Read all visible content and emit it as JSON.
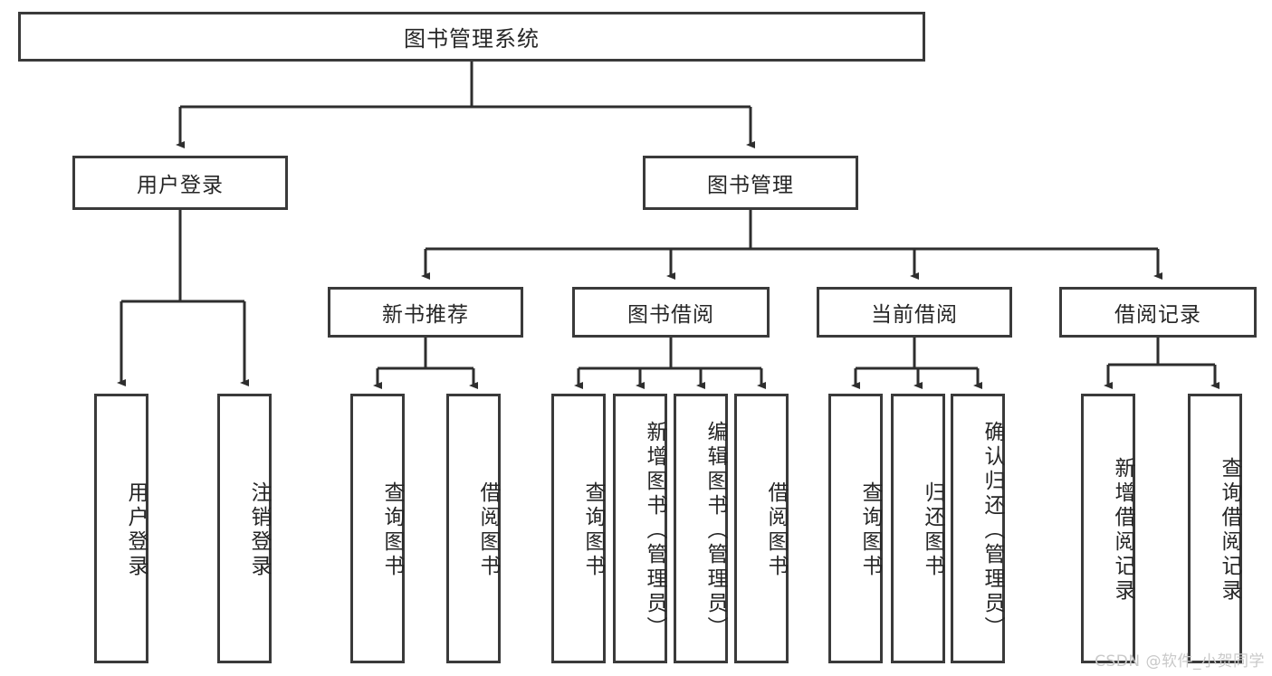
{
  "diagram": {
    "title": "图书管理系统",
    "type": "hierarchy-tree",
    "root": {
      "id": "root",
      "label": "图书管理系统"
    },
    "level2": [
      {
        "id": "user-login",
        "label": "用户登录"
      },
      {
        "id": "book-manage",
        "label": "图书管理"
      }
    ],
    "level3": [
      {
        "id": "new-book-recommend",
        "label": "新书推荐",
        "parent": "book-manage"
      },
      {
        "id": "book-borrow",
        "label": "图书借阅",
        "parent": "book-manage"
      },
      {
        "id": "current-borrow",
        "label": "当前借阅",
        "parent": "book-manage"
      },
      {
        "id": "borrow-record",
        "label": "借阅记录",
        "parent": "book-manage"
      }
    ],
    "leaves": [
      {
        "id": "leaf-user-login",
        "label": "用户登录",
        "parent": "user-login"
      },
      {
        "id": "leaf-user-logout",
        "label": "注销登录",
        "parent": "user-login"
      },
      {
        "id": "leaf-query-book-1",
        "label": "查询图书",
        "parent": "new-book-recommend"
      },
      {
        "id": "leaf-borrow-book-1",
        "label": "借阅图书",
        "parent": "new-book-recommend"
      },
      {
        "id": "leaf-query-book-2",
        "label": "查询图书",
        "parent": "book-borrow"
      },
      {
        "id": "leaf-add-book",
        "label": "新增图书（管理员）",
        "parent": "book-borrow"
      },
      {
        "id": "leaf-edit-book",
        "label": "编辑图书（管理员）",
        "parent": "book-borrow"
      },
      {
        "id": "leaf-borrow-book-2",
        "label": "借阅图书",
        "parent": "book-borrow"
      },
      {
        "id": "leaf-query-book-3",
        "label": "查询图书",
        "parent": "current-borrow"
      },
      {
        "id": "leaf-return-book",
        "label": "归还图书",
        "parent": "current-borrow"
      },
      {
        "id": "leaf-confirm-return",
        "label": "确认归还（管理员）",
        "parent": "current-borrow"
      },
      {
        "id": "leaf-add-record",
        "label": "新增借阅记录",
        "parent": "borrow-record"
      },
      {
        "id": "leaf-query-record",
        "label": "查询借阅记录",
        "parent": "borrow-record"
      }
    ],
    "watermark": "CSDN @软件_小贺同学",
    "colors": {
      "stroke": "#3a3a3a",
      "text": "#262626",
      "background": "#ffffff",
      "watermark": "#c9c9c9"
    }
  }
}
